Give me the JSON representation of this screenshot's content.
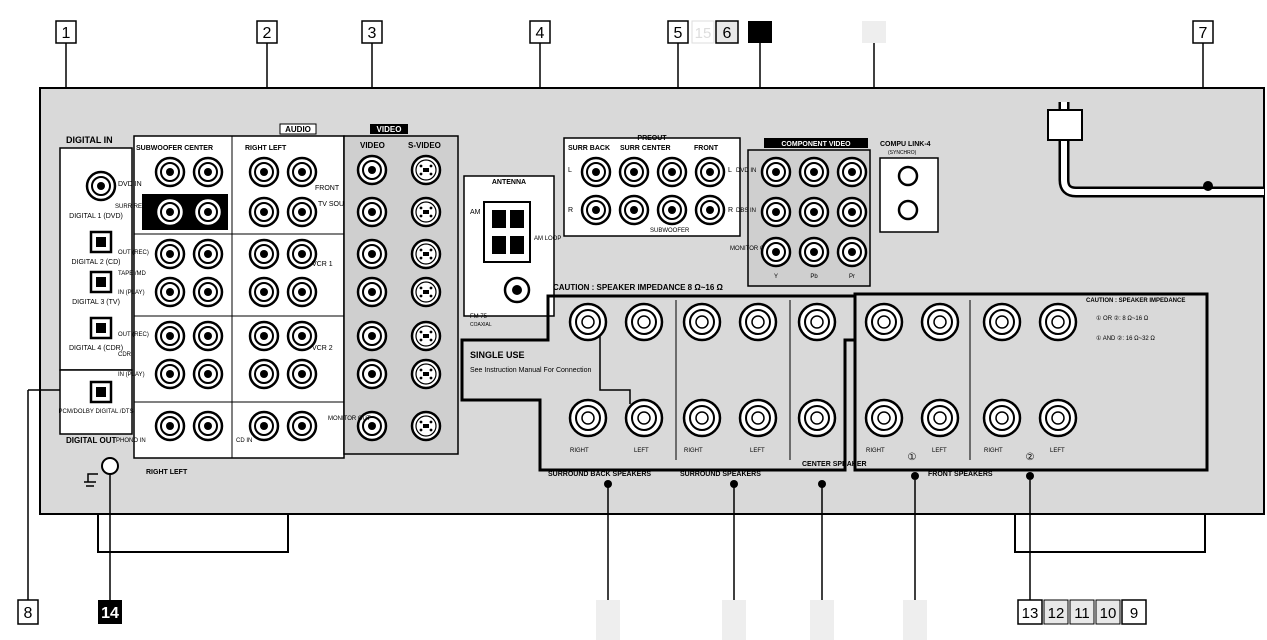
{
  "callouts_top": [
    "1",
    "2",
    "3",
    "4",
    "5",
    "15",
    "6",
    "",
    "",
    "7"
  ],
  "callouts_bottom_left": [
    "8",
    "14"
  ],
  "callouts_bottom_right": [
    "13",
    "12",
    "11",
    "10",
    "9"
  ],
  "panel": {
    "digital_in": "DIGITAL IN",
    "digital_out": "DIGITAL OUT",
    "digital_inputs": [
      "DIGITAL 1 (DVD)",
      "DIGITAL 2 (CD)",
      "DIGITAL 3 (TV)",
      "DIGITAL 4 (CDR)"
    ],
    "digital_out_label": "PCM/DOLBY DIGITAL /DTS",
    "audio_header": "AUDIO",
    "video_header": "VIDEO",
    "sub_center": "SUBWOOFER CENTER",
    "right_left": "RIGHT LEFT",
    "video_col": "VIDEO",
    "svideo_col": "S-VIDEO",
    "front": "FRONT",
    "dvd_in": "DVD IN",
    "surr_rear": "SURR REAR",
    "tv_sound": "TV SOUND /DBS IN",
    "vcr1": "VCR 1",
    "vcr2": "VCR 2",
    "tape_md": "TAPE /MD",
    "cdr": "CDR",
    "out_rec": "OUT (REC)",
    "in_play": "IN (PLAY)",
    "phono_in": "PHONO IN",
    "cd_in": "CD IN",
    "monitor_out": "MONITOR OUT",
    "bottom_right_left": "RIGHT LEFT",
    "antenna": "ANTENNA",
    "am_ext": "AM EXT",
    "am_loop": "AM LOOP",
    "fm75": "FM 75",
    "fm_sub": "COAXIAL",
    "preout": "PREOUT",
    "surr_back": "SURR BACK",
    "surr_center": "SURR CENTER",
    "front_pre": "FRONT",
    "subwoofer": "SUBWOOFER",
    "component_video": "COMPONENT VIDEO",
    "comp_dvd": "DVD IN",
    "comp_dbs": "DBS IN",
    "comp_monitor": "MONITOR OUT",
    "comp_y": "Y",
    "comp_pb": "Pb",
    "comp_pr": "Pr",
    "compulink": "COMPU LINK-4",
    "compulink_sub": "(SYNCHRO)",
    "caution_main": "CAUTION : SPEAKER IMPEDANCE 8 Ω~16 Ω",
    "single_use": "SINGLE USE",
    "see_manual": "See Instruction Manual For Connection",
    "right": "RIGHT",
    "left": "LEFT",
    "surround_back_speakers": "SURROUND BACK SPEAKERS",
    "surround_speakers": "SURROUND SPEAKERS",
    "center_speaker": "CENTER SPEAKER",
    "front_speakers": "FRONT SPEAKERS",
    "caution_front": "CAUTION : SPEAKER IMPEDANCE",
    "caution_front_1": "① OR ②: 8 Ω~16 Ω",
    "caution_front_2": "① AND ②: 16 Ω~32 Ω",
    "speaker_1": "①",
    "speaker_2": "②",
    "l": "L",
    "r": "R"
  }
}
